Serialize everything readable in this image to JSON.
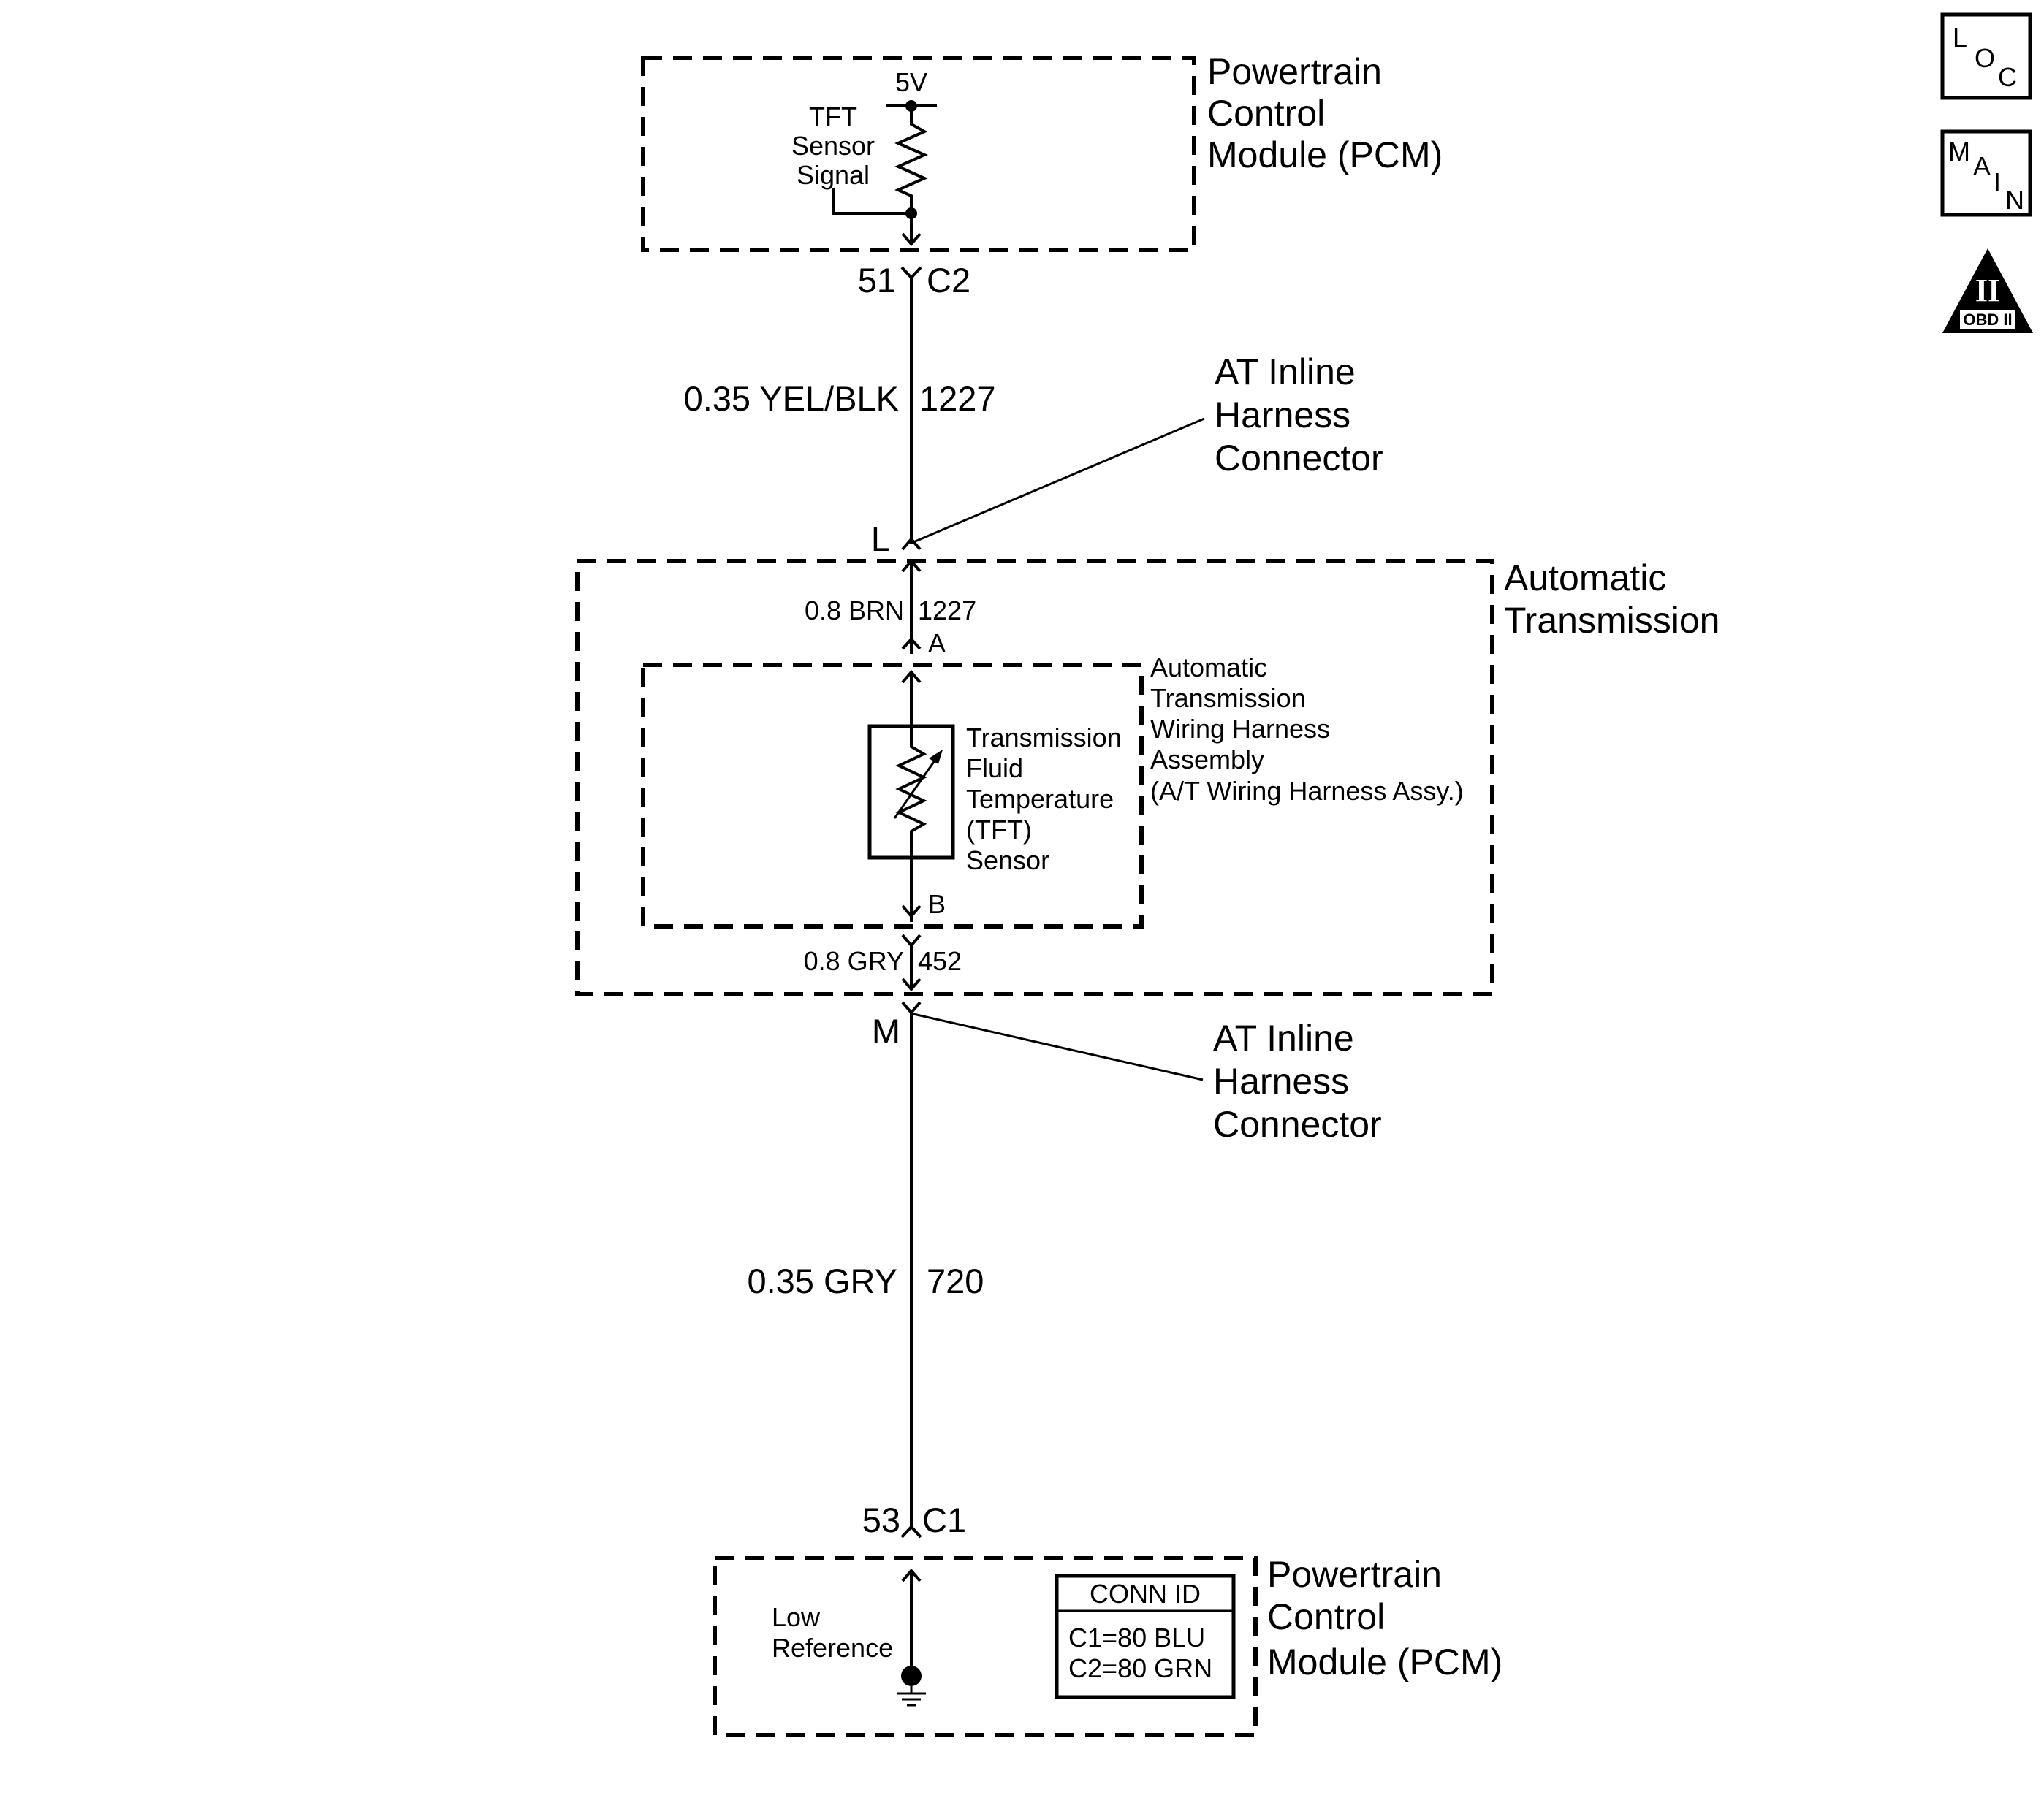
{
  "pcm_top": {
    "lines": [
      "Powertrain",
      "Control",
      "Module (PCM)"
    ]
  },
  "pcm_bottom": {
    "lines": [
      "Powertrain",
      "Control",
      "Module (PCM)"
    ]
  },
  "supply": {
    "voltage": "5V",
    "signal_lines": [
      "TFT",
      "Sensor",
      "Signal"
    ]
  },
  "connector_c2": {
    "pin": "51",
    "id": "C2"
  },
  "wire_upper": {
    "spec": "0.35 YEL/BLK",
    "circuit": "1227"
  },
  "inline_connector_top": {
    "pin": "L",
    "lines": [
      "AT Inline",
      "Harness",
      "Connector"
    ]
  },
  "automatic_transmission": {
    "lines": [
      "Automatic",
      "Transmission"
    ]
  },
  "wire_brn": {
    "spec": "0.8 BRN",
    "circuit": "1227"
  },
  "pin_a": "A",
  "pin_b": "B",
  "harness_assembly": {
    "lines": [
      "Automatic",
      "Transmission",
      "Wiring Harness",
      "Assembly",
      "(A/T Wiring Harness Assy.)"
    ]
  },
  "tft_sensor": {
    "lines": [
      "Transmission",
      "Fluid",
      "Temperature",
      "(TFT)",
      "Sensor"
    ]
  },
  "wire_gry_short": {
    "spec": "0.8 GRY",
    "circuit": "452"
  },
  "inline_connector_bottom": {
    "pin": "M",
    "lines": [
      "AT Inline",
      "Harness",
      "Connector"
    ]
  },
  "wire_lower": {
    "spec": "0.35 GRY",
    "circuit": "720"
  },
  "connector_c1": {
    "pin": "53",
    "id": "C1"
  },
  "low_reference": {
    "lines": [
      "Low",
      "Reference"
    ]
  },
  "conn_id_table": {
    "title": "CONN ID",
    "rows": [
      "C1=80 BLU",
      "C2=80 GRN"
    ]
  },
  "nav_icons": {
    "loc": [
      "L",
      "O",
      "C"
    ],
    "main": [
      "M",
      "A",
      "I",
      "N"
    ],
    "obd": {
      "numeral": "II",
      "label": "OBD II"
    }
  }
}
